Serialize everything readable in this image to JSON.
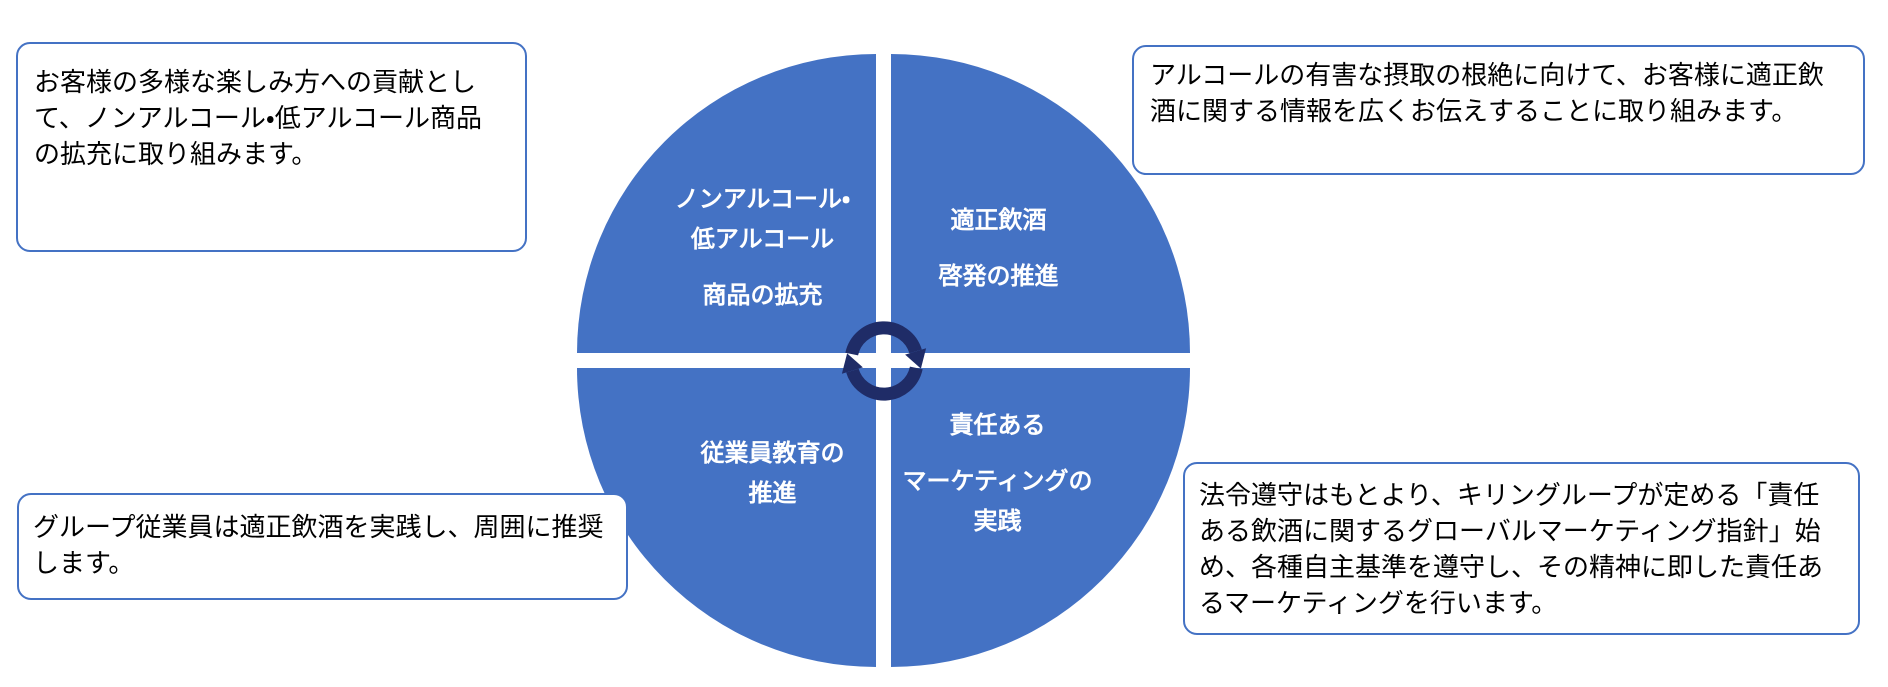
{
  "colors": {
    "quadrant_blue": "#4472C4",
    "cycle_arrow_navy": "#1F2C67",
    "callout_border": "#4472C4",
    "quadrant_text": "#FFFFFF",
    "callout_text": "#000000",
    "background": "#FFFFFF"
  },
  "cycle": {
    "center_icon": "cycle-arrows-icon",
    "quadrants": [
      {
        "id": "non-low-alcohol-expansion",
        "position": "top-left",
        "paragraphs": [
          [
            "ノンアルコール・",
            "低アルコール"
          ],
          [
            "商品の拡充"
          ]
        ]
      },
      {
        "id": "moderate-drinking-awareness",
        "position": "top-right",
        "paragraphs": [
          [
            "適正飲酒"
          ],
          [
            "啓発の推進"
          ]
        ]
      },
      {
        "id": "employee-education",
        "position": "bottom-left",
        "paragraphs": [
          [
            "従業員教育の",
            "推進"
          ]
        ]
      },
      {
        "id": "responsible-marketing",
        "position": "bottom-right",
        "paragraphs": [
          [
            "責任ある"
          ],
          [
            "マーケティングの",
            "実践"
          ]
        ]
      }
    ]
  },
  "callouts": [
    {
      "id": "top-left",
      "text": "お客様の多様な楽しみ方への貢献として、ノンアルコール・低アルコール商品の拡充に取り組みます。"
    },
    {
      "id": "top-right",
      "text": "アルコールの有害な摂取の根絶に向けて、お客様に適正飲酒に関する情報を広くお伝えすることに取り組みます。"
    },
    {
      "id": "bottom-left",
      "text": "グループ従業員は適正飲酒を実践し、周囲に推奨します。"
    },
    {
      "id": "bottom-right",
      "text": "法令遵守はもとより、キリングループが定める「責任ある飲酒に関するグローバルマーケティング指針」始め、各種自主基準を遵守し、その精神に即した責任あるマーケティングを行います。"
    }
  ]
}
